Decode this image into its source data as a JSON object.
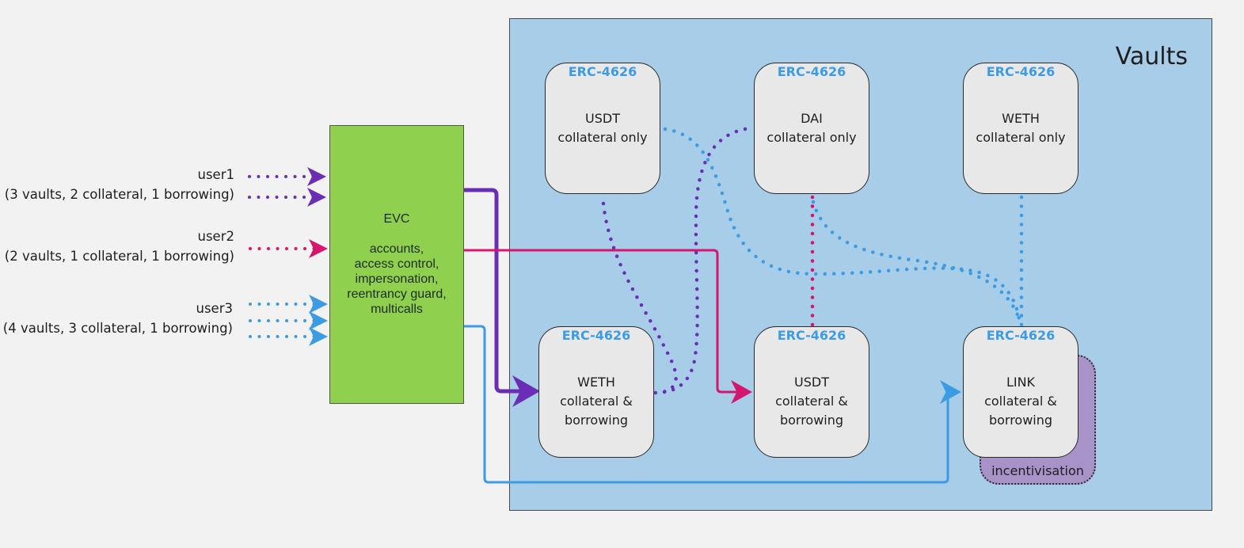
{
  "vaults_panel": {
    "title": "Vaults",
    "background": "#a7cde9"
  },
  "evc": {
    "title": "EVC",
    "features": [
      "accounts,",
      "access control,",
      "impersonation,",
      "reentrancy guard,",
      "multicalls"
    ],
    "color": "#8fd14f"
  },
  "users": [
    {
      "name": "user1",
      "summary": "(3 vaults, 2 collateral, 1 borrowing)",
      "color": "#6a2db5",
      "arrows": 2
    },
    {
      "name": "user2",
      "summary": "(2 vaults, 1 collateral, 1 borrowing)",
      "color": "#d6156c",
      "arrows": 1
    },
    {
      "name": "user3",
      "summary": "(4 vaults, 3 collateral, 1 borrowing)",
      "color": "#3b9be3",
      "arrows": 3
    }
  ],
  "vaults": [
    {
      "standard": "ERC-4626",
      "asset": "USDT",
      "role_lines": [
        "collateral only"
      ]
    },
    {
      "standard": "ERC-4626",
      "asset": "DAI",
      "role_lines": [
        "collateral only"
      ]
    },
    {
      "standard": "ERC-4626",
      "asset": "WETH",
      "role_lines": [
        "collateral only"
      ]
    },
    {
      "standard": "ERC-4626",
      "asset": "WETH",
      "role_lines": [
        "collateral &",
        "borrowing"
      ]
    },
    {
      "standard": "ERC-4626",
      "asset": "USDT",
      "role_lines": [
        "collateral &",
        "borrowing"
      ]
    },
    {
      "standard": "ERC-4626",
      "asset": "LINK",
      "role_lines": [
        "collateral &",
        "borrowing"
      ]
    }
  ],
  "incentivisation": {
    "label": "incentivisation",
    "color": "#a893c8"
  },
  "connections": {
    "controller": [
      {
        "user": "user1",
        "to": "WETH collateral & borrowing"
      },
      {
        "user": "user2",
        "to": "USDT collateral & borrowing"
      },
      {
        "user": "user3",
        "to": "LINK collateral & borrowing"
      }
    ],
    "collateral_links": [
      {
        "user": "user1",
        "from": "WETH collateral & borrowing",
        "to": [
          "USDT collateral only",
          "DAI collateral only"
        ]
      },
      {
        "user": "user2",
        "from": "USDT collateral & borrowing",
        "to": [
          "DAI collateral only"
        ]
      },
      {
        "user": "user3",
        "from": "LINK collateral & borrowing",
        "to": [
          "USDT collateral only",
          "DAI collateral only",
          "WETH collateral only"
        ]
      }
    ]
  }
}
